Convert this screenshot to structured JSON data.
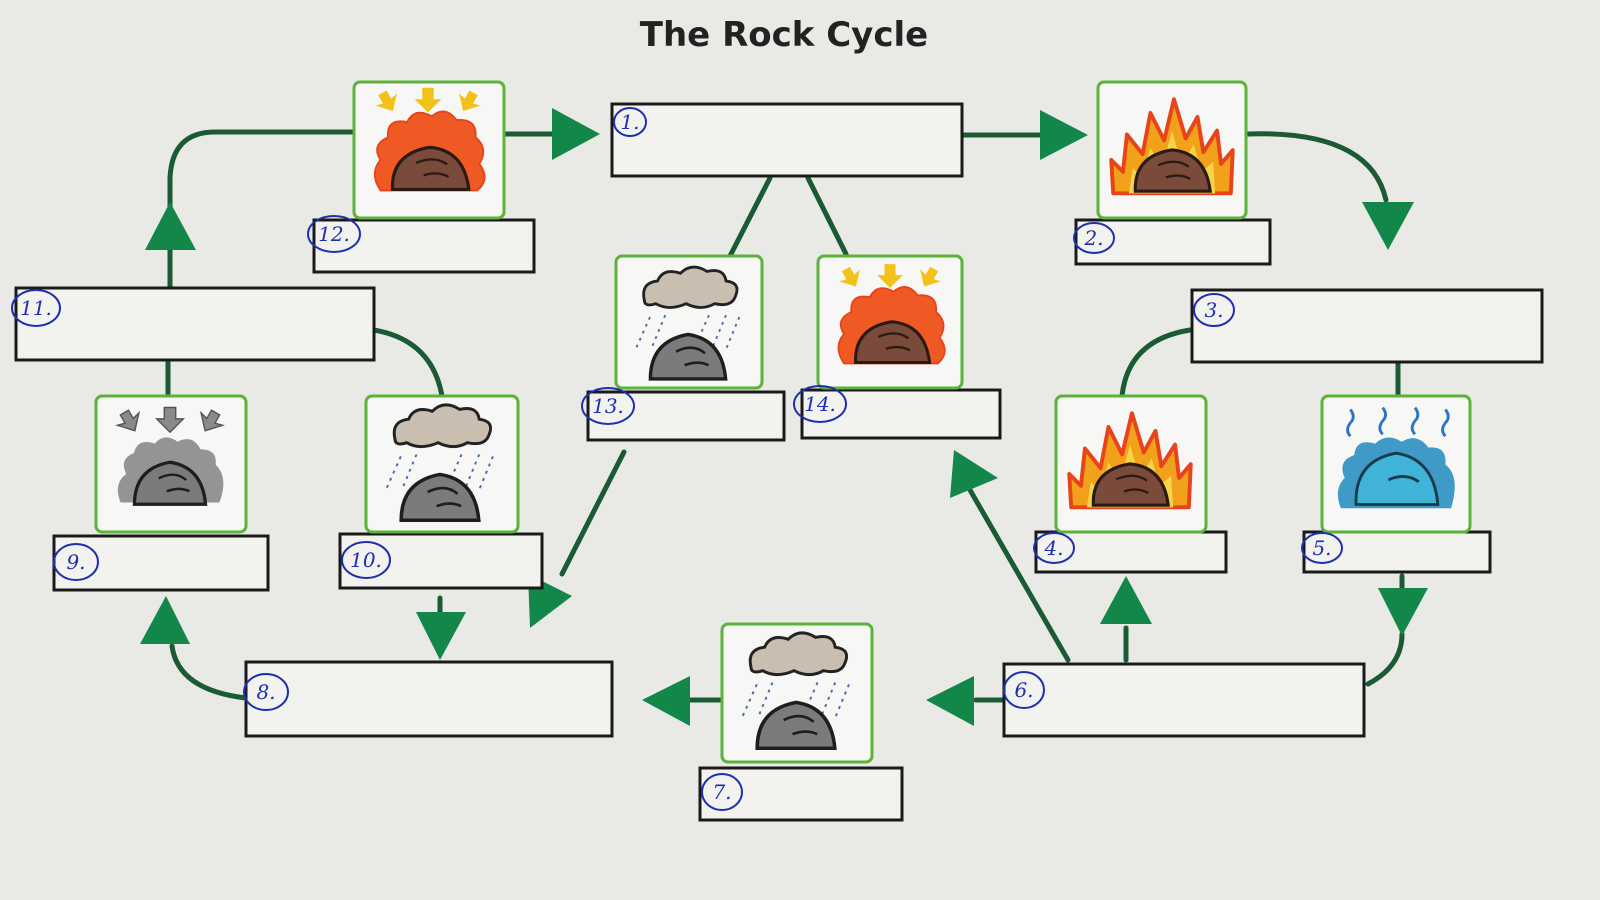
{
  "title": "The Rock Cycle",
  "colors": {
    "arrow": "#1a6b3a",
    "arrow_head": "#13874a",
    "tile_border": "#5cb33a",
    "box_border": "#1a1a1a",
    "number_ink": "#1e2fb0",
    "paper": "#e9e9e6"
  },
  "labels": {
    "n1": "1.",
    "n2": "2.",
    "n3": "3.",
    "n4": "4.",
    "n5": "5.",
    "n6": "6.",
    "n7": "7.",
    "n8": "8.",
    "n9": "9.",
    "n10": "10.",
    "n11": "11.",
    "n12": "12.",
    "n13": "13.",
    "n14": "14."
  },
  "tiles": [
    {
      "id": "t12",
      "icon": "heat-pressure-icon"
    },
    {
      "id": "t2",
      "icon": "melting-fire-icon"
    },
    {
      "id": "t13",
      "icon": "weathering-rain-icon"
    },
    {
      "id": "t14",
      "icon": "heat-pressure-icon"
    },
    {
      "id": "t9",
      "icon": "compaction-pressure-icon"
    },
    {
      "id": "t10",
      "icon": "weathering-rain-icon"
    },
    {
      "id": "t4",
      "icon": "melting-fire-icon"
    },
    {
      "id": "t5",
      "icon": "cooling-icon"
    },
    {
      "id": "t7",
      "icon": "weathering-rain-icon"
    }
  ]
}
